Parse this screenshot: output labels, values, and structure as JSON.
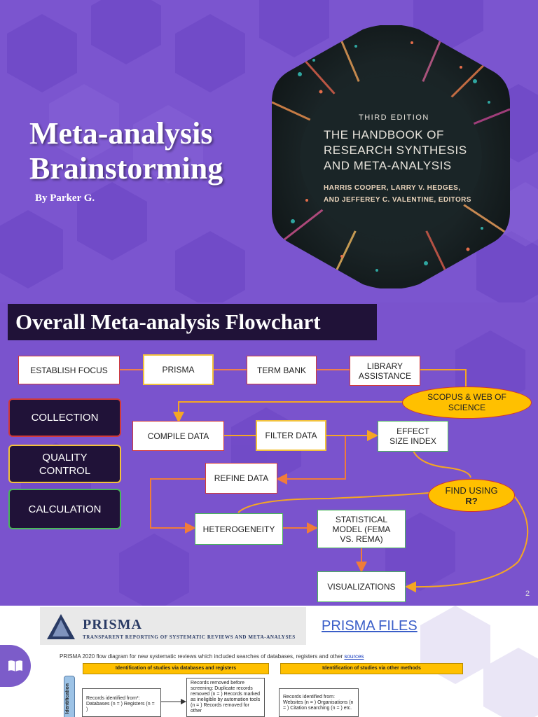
{
  "slide1": {
    "title_line1": "Meta-analysis",
    "title_line2": "Brainstorming",
    "byline": "By Parker G.",
    "book": {
      "edition": "THIRD EDITION",
      "title_line1": "THE HANDBOOK OF",
      "title_line2": "RESEARCH SYNTHESIS",
      "title_line3": "AND META-ANALYSIS",
      "authors_line1": "HARRIS COOPER, LARRY V. HEDGES,",
      "authors_line2": "AND JEFFEREY C. VALENTINE, EDITORS"
    }
  },
  "slide2": {
    "title": "Overall Meta-analysis Flowchart",
    "boxes": {
      "establish_focus": "ESTABLISH FOCUS",
      "prisma": "PRISMA",
      "term_bank": "TERM BANK",
      "library_assistance": "LIBRARY ASSISTANCE",
      "scopus": "SCOPUS & WEB OF SCIENCE",
      "compile_data": "COMPILE DATA",
      "filter_data": "FILTER DATA",
      "effect_size_index": "EFFECT SIZE INDEX",
      "refine_data": "REFINE DATA",
      "find_using_r_prefix": "FIND USING ",
      "find_using_r_bold": "R?",
      "heterogeneity": "HETEROGENEITY",
      "statistical_model": "STATISTICAL MODEL (FEMA VS. REMA)",
      "visualizations": "VISUALIZATIONS"
    },
    "sidebar": {
      "collection": "COLLECTION",
      "quality_control": "QUALITY CONTROL",
      "calculation": "CALCULATION"
    },
    "page_number": "2"
  },
  "slide3": {
    "prisma_logo": "PRISMA",
    "prisma_subtitle": "TRANSPARENT REPORTING OF SYSTEMATIC REVIEWS AND META-ANALYSES",
    "prisma_files_link": "PRISMA FILES",
    "caption_text": "PRISMA 2020 flow diagram for new systematic reviews which included searches of databases, registers and other ",
    "caption_link": "sources",
    "header_left": "Identification of studies via databases and registers",
    "header_right": "Identification of studies via other methods",
    "identification_label": "Identification",
    "records_identified": "Records identified from*: Databases (n = ) Registers (n = )",
    "records_removed": "Records removed before screening: Duplicate records removed (n = ) Records marked as ineligible by automation tools (n = ) Records removed for other",
    "records_other": "Records identified from: Websites (n = ) Organisations (n = ) Citation searching (n = ) etc."
  },
  "colors": {
    "slide_purple": "#7b55cf",
    "dark_navy": "#201238",
    "oval_yellow": "#ffc000",
    "arrow_orange": "#f5a623",
    "prisma_link": "#3a5ec8"
  },
  "icons": {
    "book_button": "open-book-icon"
  }
}
